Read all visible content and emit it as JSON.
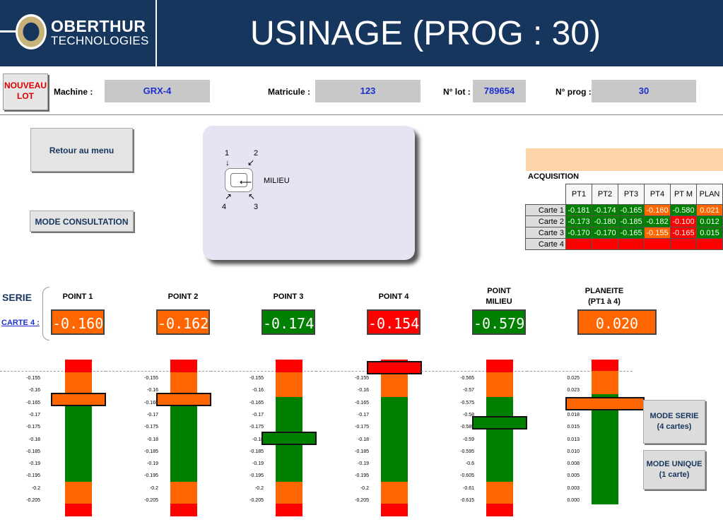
{
  "header": {
    "logo_name": "OBERTHUR",
    "logo_sub": "TECHNOLOGIES",
    "title": "USINAGE (PROG : 30)"
  },
  "toolbar": {
    "nouveau_line1": "NOUVEAU",
    "nouveau_line2": "LOT",
    "machine_label": "Machine :",
    "machine_value": "GRX-4",
    "matricule_label": "Matricule :",
    "matricule_value": "123",
    "lot_label": "N° lot :",
    "lot_value": "789654",
    "prog_label": "N° prog :",
    "prog_value": "30"
  },
  "buttons": {
    "retour": "Retour au menu",
    "consultation": "MODE CONSULTATION",
    "mode_serie": [
      "MODE SERIE",
      "(4 cartes)"
    ],
    "mode_unique": [
      "MODE UNIQUE",
      "(1 carte)"
    ]
  },
  "card_diagram": {
    "p1": "1",
    "p2": "2",
    "p3": "3",
    "p4": "4",
    "milieu": "MILIEU"
  },
  "acquisition": {
    "label": "ACQUISITION",
    "columns": [
      "PT1",
      "PT2",
      "PT3",
      "PT4",
      "PT M",
      "PLAN"
    ],
    "rows": [
      {
        "name": "Carte 1",
        "cells": [
          [
            "-0.181",
            "#008000"
          ],
          [
            "-0.174",
            "#008000"
          ],
          [
            "-0.165",
            "#008000"
          ],
          [
            "-0.160",
            "#ff6600"
          ],
          [
            "-0.580",
            "#008000"
          ],
          [
            "0.021",
            "#ff6600"
          ]
        ]
      },
      {
        "name": "Carte 2",
        "cells": [
          [
            "-0.173",
            "#008000"
          ],
          [
            "-0.180",
            "#008000"
          ],
          [
            "-0.185",
            "#008000"
          ],
          [
            "-0.182",
            "#008000"
          ],
          [
            "-0.100",
            "#ff0000"
          ],
          [
            "0.012",
            "#008000"
          ]
        ]
      },
      {
        "name": "Carte 3",
        "cells": [
          [
            "-0.170",
            "#008000"
          ],
          [
            "-0.170",
            "#008000"
          ],
          [
            "-0.165",
            "#008000"
          ],
          [
            "-0.155",
            "#ff6600"
          ],
          [
            "-0.165",
            "#ff0000"
          ],
          [
            "0.015",
            "#008000"
          ]
        ]
      },
      {
        "name": "Carte 4",
        "cells": [
          [
            "",
            "#ff0000"
          ],
          [
            "",
            "#ff0000"
          ],
          [
            "",
            "#ff0000"
          ],
          [
            "",
            "#ff0000"
          ],
          [
            "",
            "#ff0000"
          ],
          [
            "",
            "#ff0000"
          ]
        ]
      }
    ]
  },
  "serie": {
    "label": "SERIE",
    "carte": "CARTE 4 :"
  },
  "points": [
    {
      "head1": "POINT 1",
      "head2": "",
      "value": "-0.160",
      "color": "#ff6600",
      "level": 0.25,
      "ticks": [
        "-0.155",
        "-0.16",
        "-0.165",
        "-0.17",
        "-0.175",
        "-0.18",
        "-0.185",
        "-0.19",
        "-0.195",
        "-0.2",
        "-0.205"
      ]
    },
    {
      "head1": "POINT 2",
      "head2": "",
      "value": "-0.162",
      "color": "#ff6600",
      "level": 0.25,
      "ticks": [
        "-0.155",
        "-0.16",
        "-0.165",
        "-0.17",
        "-0.175",
        "-0.18",
        "-0.185",
        "-0.19",
        "-0.195",
        "-0.2",
        "-0.205"
      ]
    },
    {
      "head1": "POINT 3",
      "head2": "",
      "value": "-0.174",
      "color": "#008000",
      "level": 0.5,
      "ticks": [
        "-0.155",
        "-0.16",
        "-0.165",
        "-0.17",
        "-0.175",
        "-0.18",
        "-0.185",
        "-0.19",
        "-0.195",
        "-0.2",
        "-0.205"
      ]
    },
    {
      "head1": "POINT 4",
      "head2": "",
      "value": "-0.154",
      "color": "#ff0000",
      "level": 0.05,
      "ticks": [
        "-0.155",
        "-0.16",
        "-0.165",
        "-0.17",
        "-0.175",
        "-0.18",
        "-0.185",
        "-0.19",
        "-0.195",
        "-0.2",
        "-0.205"
      ]
    },
    {
      "head1": "POINT",
      "head2": "MILIEU",
      "value": "-0.579",
      "color": "#008000",
      "level": 0.4,
      "ticks": [
        "-0.565",
        "-0.57",
        "-0.575",
        "-0.58",
        "-0.585",
        "-0.59",
        "-0.595",
        "-0.6",
        "-0.605",
        "-0.61",
        "-0.615"
      ]
    },
    {
      "head1": "PLANEITE",
      "head2": "(PT1 à 4)",
      "value": "0.020",
      "color": "#ff6600",
      "level": 0.3,
      "ticks": [
        "0.025",
        "0.023",
        "0.020",
        "0.018",
        "0.015",
        "0.013",
        "0.010",
        "0.008",
        "0.005",
        "0.003",
        "0.000"
      ]
    }
  ]
}
